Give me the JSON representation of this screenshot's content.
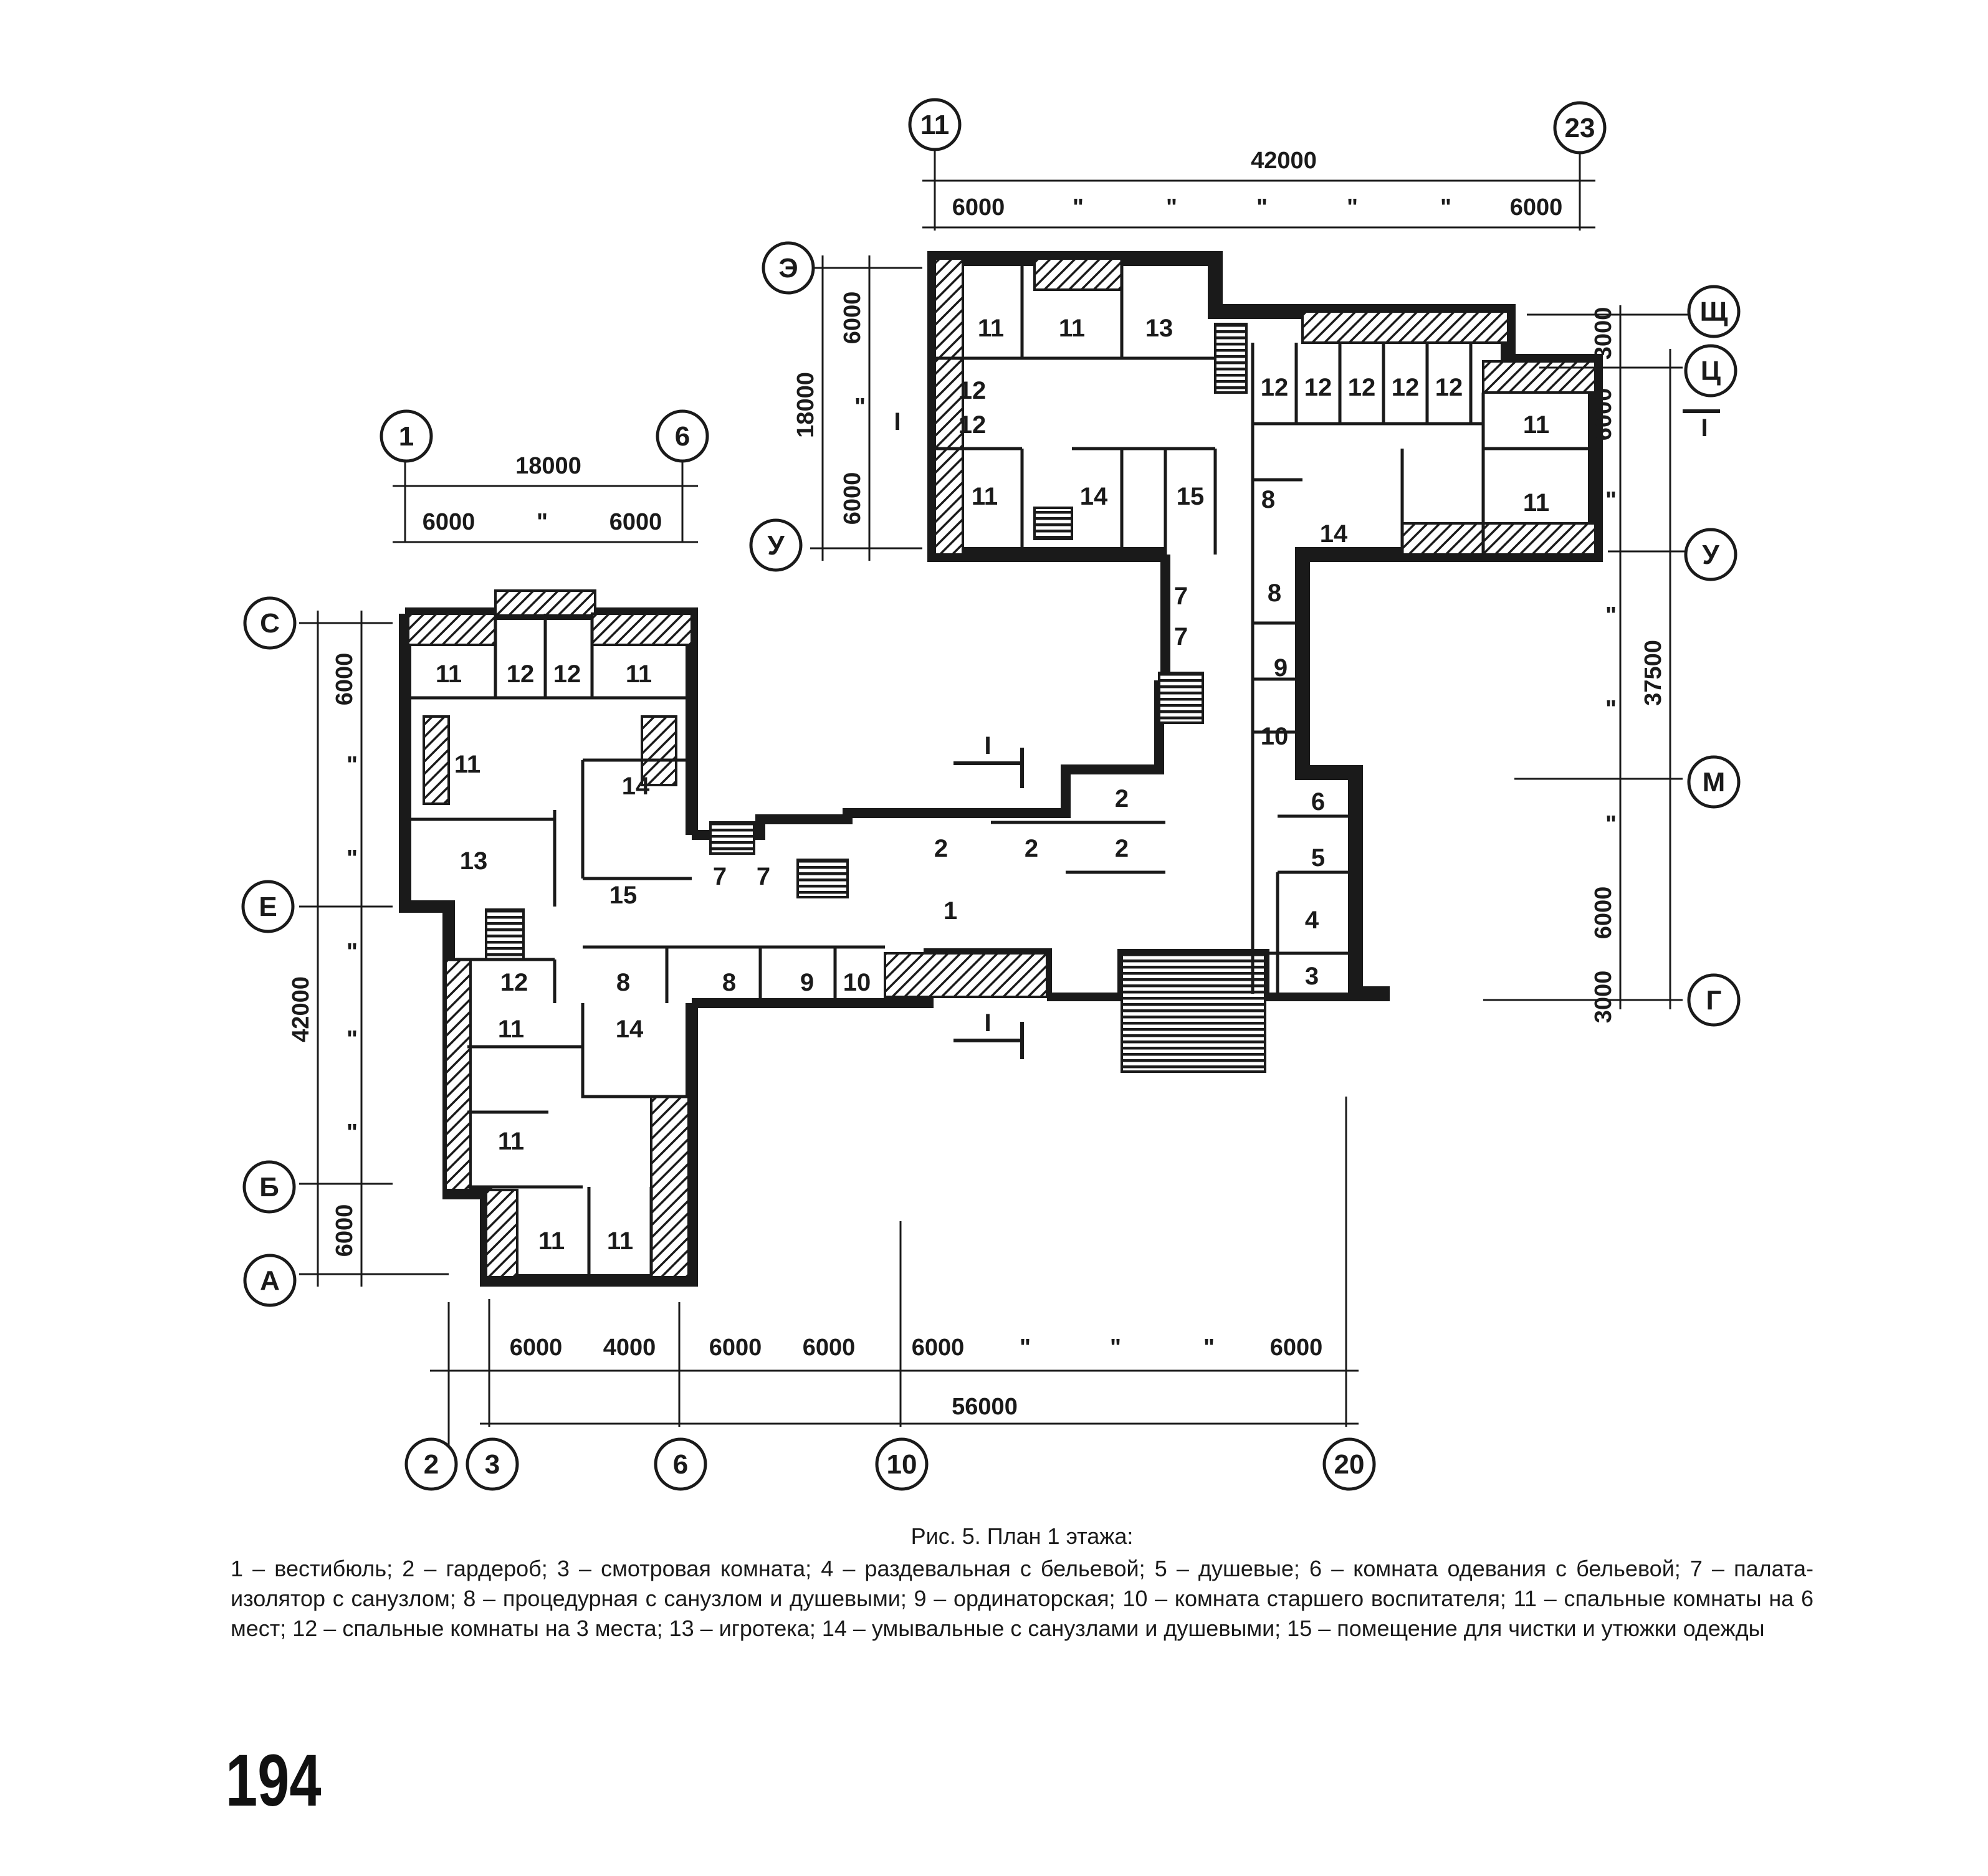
{
  "figure": {
    "caption_title": "Рис. 5. План 1 этажа:",
    "caption_text": "1 – вестибюль; 2 – гардероб; 3 – смотровая комната; 4 – раздевальная с бельевой; 5 – душевые; 6 – комната одевания с бельевой; 7 – палата-изолятор с санузлом; 8 – процедурная с санузлом и душевыми; 9 – ординаторская; 10 – комната старшего воспитателя; 11 – спальные комнаты на 6 мест; 12 – спальные комнаты на 3 места; 13 – игротека; 14 – умывальные с санузлами и душевыми; 15 – помещение для чистки и утюжки одежды",
    "page_number": "194"
  },
  "axes": {
    "a1": "1",
    "a6_top": "6",
    "a11": "11",
    "a23": "23",
    "a2": "2",
    "a3": "3",
    "a6_bottom": "6",
    "a10": "10",
    "a20": "20",
    "aE_top": "Э",
    "aU_left": "У",
    "aS": "С",
    "aE": "Е",
    "aB": "Б",
    "aA": "А",
    "aShch": "Щ",
    "aTs": "Ц",
    "aU_right": "У",
    "aM": "М",
    "aG": "Г"
  },
  "dimensions": {
    "top_total": "42000",
    "top_first": "6000",
    "top_last": "6000",
    "ditto": "\"",
    "left_total": "18000",
    "left_first": "6000",
    "left_last": "6000",
    "rv_total": "18000",
    "rv_top": "6000",
    "rv_bottom": "6000",
    "lv_total": "42000",
    "lv_top": "6000",
    "lv_bottom": "6000",
    "right_total": "37500",
    "r_3000_top": "3000",
    "r_6000_top": "6000",
    "r_6000_bottom": "6000",
    "r_3000_bottom": "3000",
    "bottom_total": "56000",
    "b1": "6000",
    "b2": "4000",
    "b3": "6000",
    "b4": "6000",
    "b5": "6000",
    "b9": "6000"
  },
  "sections": {
    "section_mark": "I"
  },
  "rooms": {
    "r1": "1",
    "r2": "2",
    "r3": "3",
    "r4": "4",
    "r5": "5",
    "r6": "6",
    "r7": "7",
    "r8": "8",
    "r9": "9",
    "r10": "10",
    "r11": "11",
    "r12": "12",
    "r13": "13",
    "r14": "14",
    "r15": "15"
  }
}
